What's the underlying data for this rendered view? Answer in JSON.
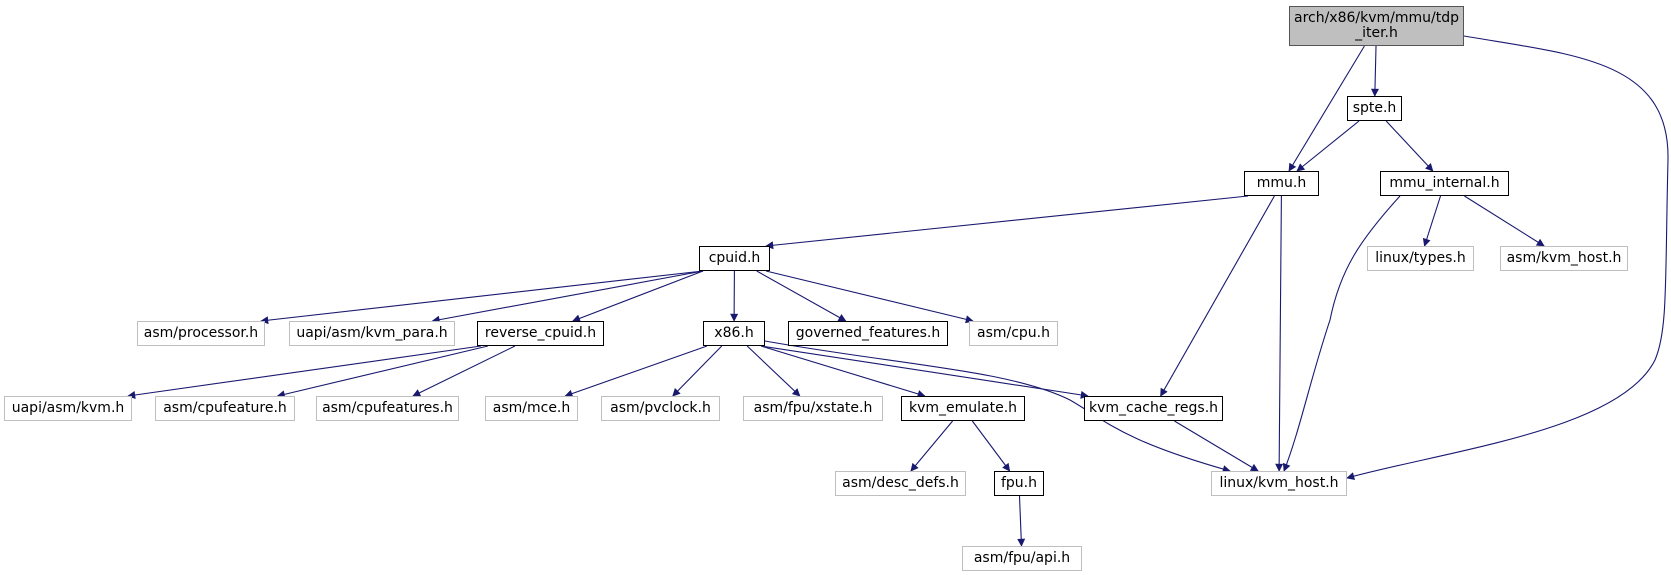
{
  "diagram": {
    "type": "include-dependency-graph",
    "colors": {
      "edge": "#191970",
      "root_fill": "#bfbfbf",
      "local_border": "#000000",
      "system_border": "#bfbfbf"
    },
    "nodes": {
      "tdp_iter": {
        "label": "arch/x86/kvm/mmu/tdp\n_iter.h",
        "kind": "root"
      },
      "spte": {
        "label": "spte.h",
        "kind": "local"
      },
      "mmu": {
        "label": "mmu.h",
        "kind": "local"
      },
      "mmu_internal": {
        "label": "mmu_internal.h",
        "kind": "local"
      },
      "cpuid": {
        "label": "cpuid.h",
        "kind": "local"
      },
      "linux_types": {
        "label": "linux/types.h",
        "kind": "system"
      },
      "asm_kvm_host": {
        "label": "asm/kvm_host.h",
        "kind": "system"
      },
      "asm_processor": {
        "label": "asm/processor.h",
        "kind": "system"
      },
      "uapi_kvm_para": {
        "label": "uapi/asm/kvm_para.h",
        "kind": "system"
      },
      "reverse_cpuid": {
        "label": "reverse_cpuid.h",
        "kind": "local"
      },
      "x86": {
        "label": "x86.h",
        "kind": "local"
      },
      "governed_features": {
        "label": "governed_features.h",
        "kind": "local"
      },
      "asm_cpu": {
        "label": "asm/cpu.h",
        "kind": "system"
      },
      "uapi_kvm": {
        "label": "uapi/asm/kvm.h",
        "kind": "system"
      },
      "asm_cpufeature": {
        "label": "asm/cpufeature.h",
        "kind": "system"
      },
      "asm_cpufeatures": {
        "label": "asm/cpufeatures.h",
        "kind": "system"
      },
      "asm_mce": {
        "label": "asm/mce.h",
        "kind": "system"
      },
      "asm_pvclock": {
        "label": "asm/pvclock.h",
        "kind": "system"
      },
      "asm_fpu_xstate": {
        "label": "asm/fpu/xstate.h",
        "kind": "system"
      },
      "kvm_emulate": {
        "label": "kvm_emulate.h",
        "kind": "local"
      },
      "kvm_cache_regs": {
        "label": "kvm_cache_regs.h",
        "kind": "local"
      },
      "asm_desc_defs": {
        "label": "asm/desc_defs.h",
        "kind": "system"
      },
      "fpu": {
        "label": "fpu.h",
        "kind": "local"
      },
      "linux_kvm_host": {
        "label": "linux/kvm_host.h",
        "kind": "system"
      },
      "asm_fpu_api": {
        "label": "asm/fpu/api.h",
        "kind": "system"
      }
    },
    "edges": [
      [
        "tdp_iter",
        "spte"
      ],
      [
        "tdp_iter",
        "mmu"
      ],
      [
        "tdp_iter",
        "linux_kvm_host"
      ],
      [
        "spte",
        "mmu"
      ],
      [
        "spte",
        "mmu_internal"
      ],
      [
        "mmu",
        "cpuid"
      ],
      [
        "mmu",
        "kvm_cache_regs"
      ],
      [
        "mmu",
        "linux_kvm_host"
      ],
      [
        "mmu_internal",
        "linux_types"
      ],
      [
        "mmu_internal",
        "asm_kvm_host"
      ],
      [
        "mmu_internal",
        "linux_kvm_host"
      ],
      [
        "cpuid",
        "asm_processor"
      ],
      [
        "cpuid",
        "uapi_kvm_para"
      ],
      [
        "cpuid",
        "reverse_cpuid"
      ],
      [
        "cpuid",
        "x86"
      ],
      [
        "cpuid",
        "governed_features"
      ],
      [
        "cpuid",
        "asm_cpu"
      ],
      [
        "reverse_cpuid",
        "uapi_kvm"
      ],
      [
        "reverse_cpuid",
        "asm_cpufeature"
      ],
      [
        "reverse_cpuid",
        "asm_cpufeatures"
      ],
      [
        "x86",
        "asm_mce"
      ],
      [
        "x86",
        "asm_pvclock"
      ],
      [
        "x86",
        "asm_fpu_xstate"
      ],
      [
        "x86",
        "kvm_emulate"
      ],
      [
        "x86",
        "kvm_cache_regs"
      ],
      [
        "x86",
        "linux_kvm_host"
      ],
      [
        "kvm_emulate",
        "asm_desc_defs"
      ],
      [
        "kvm_emulate",
        "fpu"
      ],
      [
        "kvm_cache_regs",
        "linux_kvm_host"
      ],
      [
        "fpu",
        "asm_fpu_api"
      ]
    ]
  }
}
